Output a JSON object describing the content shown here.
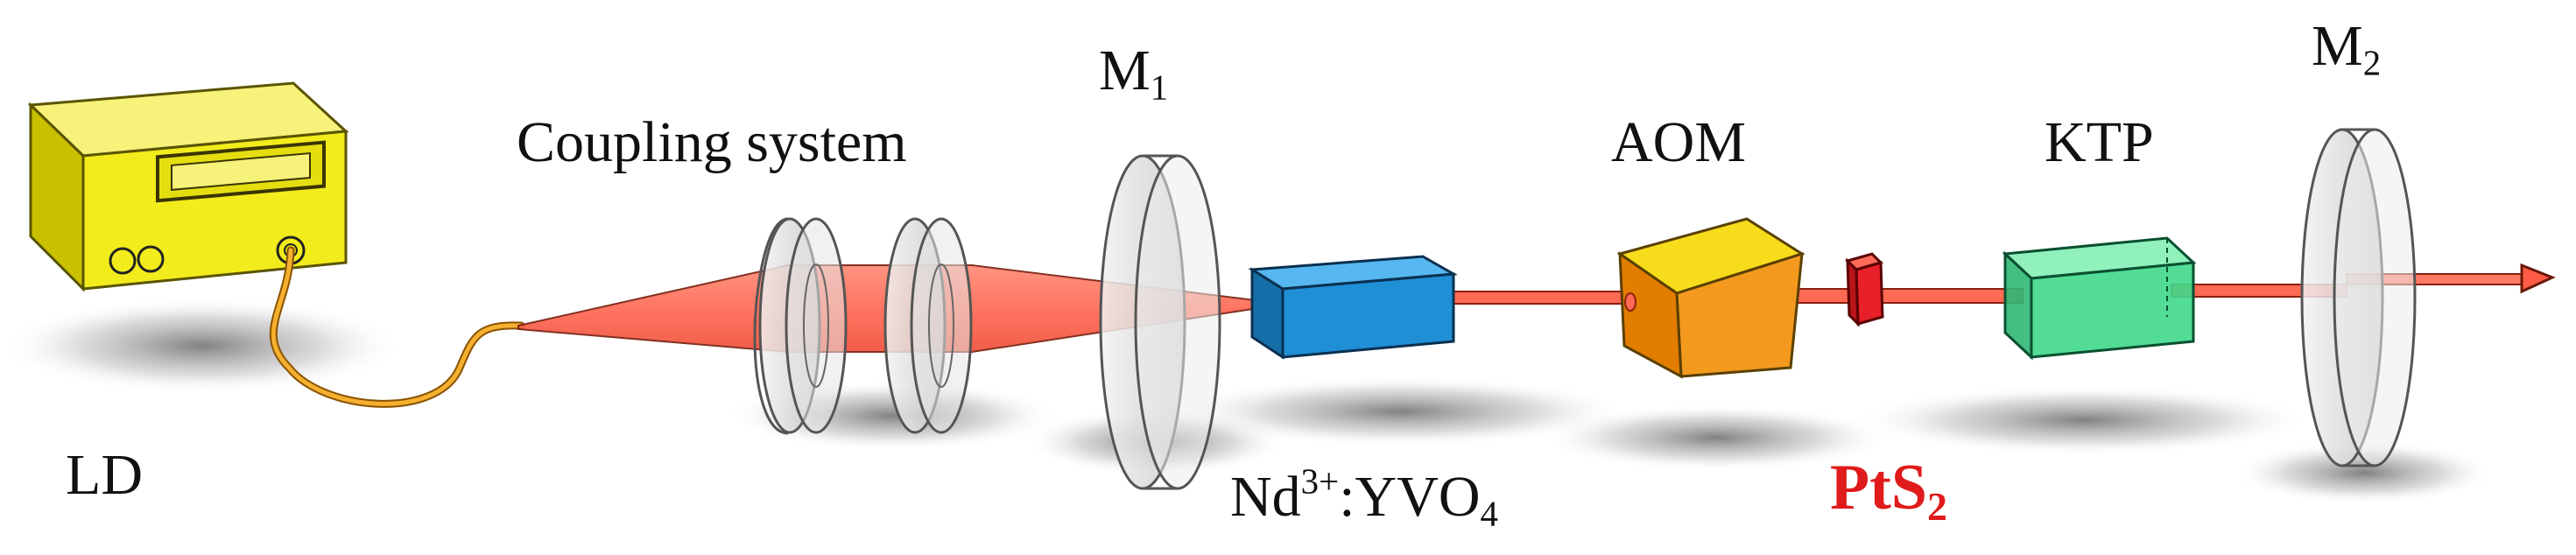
{
  "colors": {
    "beam": "#ff6a55",
    "beam_edge": "#d83a2a",
    "ld_box": "#f2ec1c",
    "ld_box_dark": "#c9c000",
    "fiber": "#f0a020",
    "mirror": "#d9d9d9",
    "nd_crystal": "#1f8fd6",
    "aom_body": "#f39a1e",
    "aom_top": "#f6dc1a",
    "ktp": "#3fd88a",
    "pts2_chip": "#e8202a",
    "pts2_label": "#e01b1b",
    "text": "#111111"
  },
  "labels": {
    "ld": "LD",
    "coupling": "Coupling system",
    "m1_base": "M",
    "m1_sub": "1",
    "m2_base": "M",
    "m2_sub": "2",
    "aom": "AOM",
    "ktp": "KTP",
    "nd_pre": "Nd",
    "nd_sup": "3+",
    "nd_mid": ":YVO",
    "nd_sub": "4",
    "pts_base": "PtS",
    "pts_sub": "2"
  }
}
